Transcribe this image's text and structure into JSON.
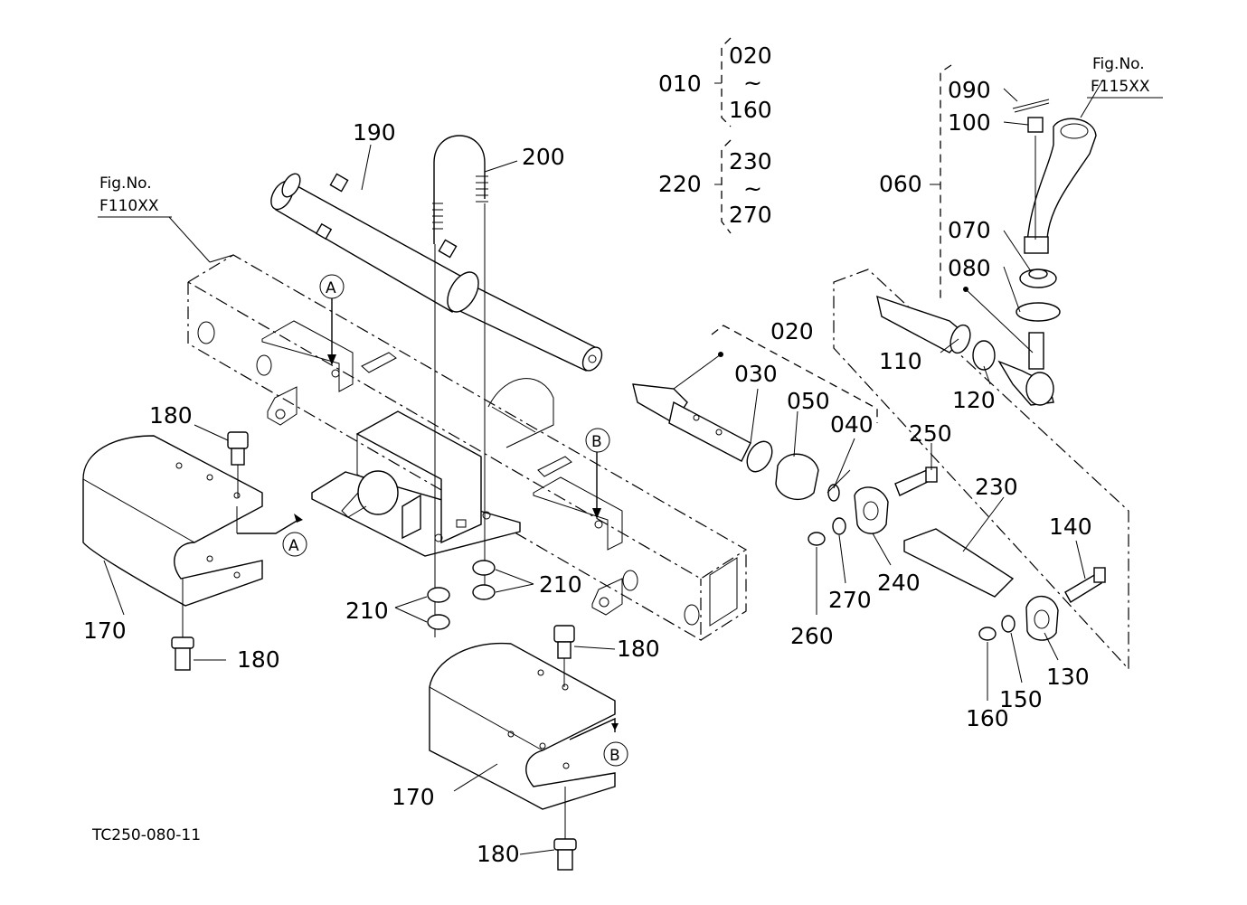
{
  "drawing_code": "TC250-080-11",
  "fig_refs": [
    {
      "id": "fig-ref-f110",
      "title": "Fig.No.",
      "code": "F110XX"
    },
    {
      "id": "fig-ref-f115",
      "title": "Fig.No.",
      "code": "F115XX"
    }
  ],
  "groups": {
    "g010": {
      "parent": "010",
      "from": "020",
      "sep": "~",
      "to": "160"
    },
    "g220": {
      "parent": "220",
      "from": "230",
      "sep": "~",
      "to": "270"
    }
  },
  "view_markers": {
    "a": "A",
    "b": "B"
  },
  "labels": {
    "p190": "190",
    "p200": "200",
    "p020": "020",
    "p030": "030",
    "p050": "050",
    "p040": "040",
    "p250": "250",
    "p230": "230",
    "p140": "140",
    "p060": "060",
    "p090": "090",
    "p100": "100",
    "p070": "070",
    "p080": "080",
    "p110": "110",
    "p120": "120",
    "p180a": "180",
    "p180b": "180",
    "p180c": "180",
    "p180d": "180",
    "p170a": "170",
    "p170b": "170",
    "p210a": "210",
    "p210b": "210",
    "p260": "260",
    "p270": "270",
    "p240": "240",
    "p130": "130",
    "p150": "150",
    "p160": "160"
  }
}
